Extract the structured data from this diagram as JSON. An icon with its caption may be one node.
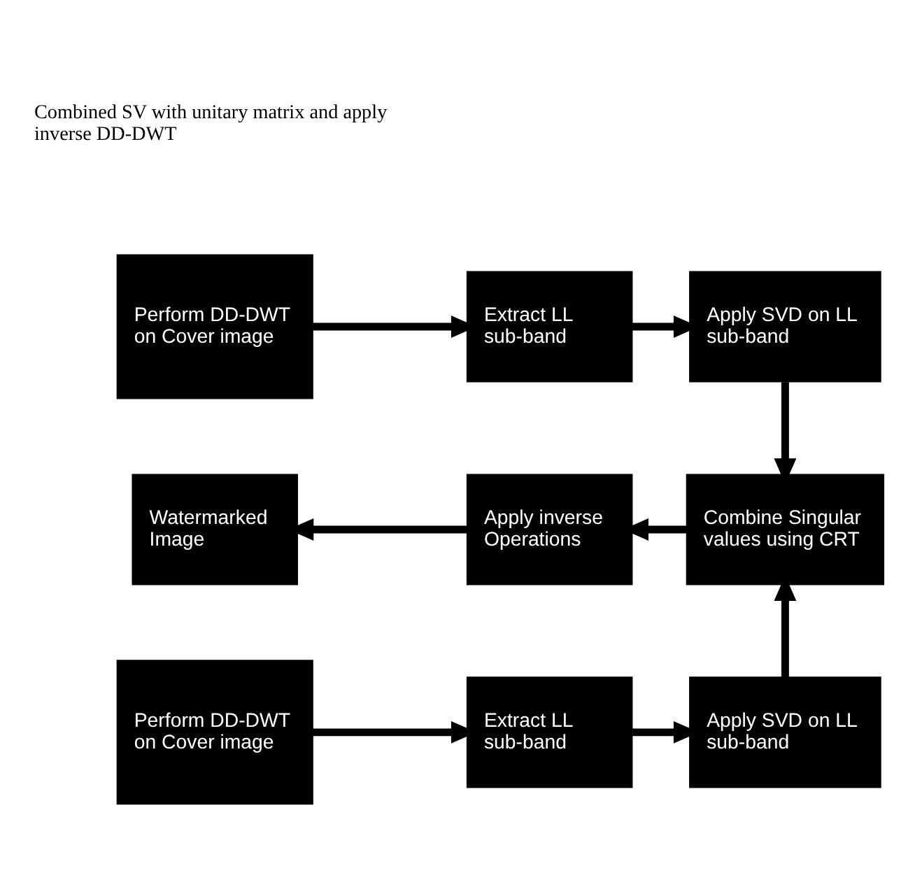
{
  "diagram": {
    "nodes": [
      {
        "text": [
          "Perform DD-DWT on Cover image"
        ]
      },
      {
        "text": [
          "Extract LL sub-band"
        ]
      },
      {
        "text": [
          "Apply SVD on LL sub-band"
        ]
      },
      {
        "text": [
          "Watermarked Image"
        ]
      },
      {
        "text": [
          "Apply inverse Operations"
        ]
      },
      {
        "text": [
          "Combine Singular values using CRT"
        ]
      },
      {
        "text": [
          "Perform DD-DWT on Cover image"
        ]
      },
      {
        "text": [
          "Extract LL sub-band"
        ]
      },
      {
        "text": [
          "Apply SVD on LL sub-band"
        ]
      }
    ],
    "edges": [
      {
        "from": 0,
        "to": 1,
        "arrow": "to"
      },
      {
        "from": 1,
        "to": 2,
        "arrow": "to"
      },
      {
        "from": 2,
        "to": 5,
        "arrow": "to"
      },
      {
        "from": 5,
        "to": 4,
        "arrow": "to"
      },
      {
        "from": 4,
        "to": 3,
        "arrow": "to"
      },
      {
        "from": 8,
        "to": 5,
        "arrow": "to"
      },
      {
        "from": 6,
        "to": 7,
        "arrow": "to"
      },
      {
        "from": 7,
        "to": 8,
        "arrow": "to"
      }
    ],
    "labels": [
      "Combined SV with unitary matrix and apply inverse DD-DWT"
    ]
  }
}
